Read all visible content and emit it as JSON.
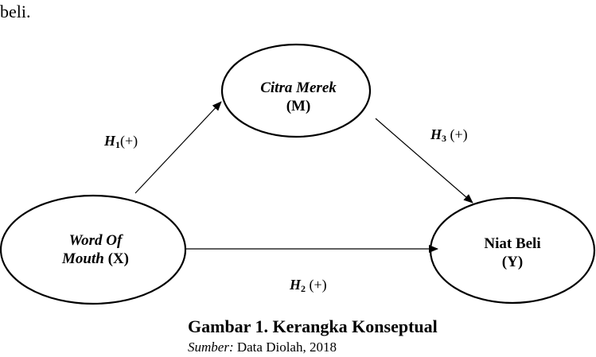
{
  "leading_text": "beli.",
  "nodes": {
    "mediator": {
      "line1": "Citra Merek",
      "line2": "(M)"
    },
    "independent": {
      "line1": "Word Of",
      "line2_italic": "Mouth",
      "line2_rest": " (X)"
    },
    "dependent": {
      "line1": "Niat Beli",
      "line2": "(Y)"
    }
  },
  "hypotheses": {
    "h1": {
      "symbol": "H",
      "sub": "1",
      "sign": "(+)"
    },
    "h2": {
      "symbol": "H",
      "sub": "2",
      "sign": " (+)"
    },
    "h3": {
      "symbol": "H",
      "sub": "3",
      "sign": " (+)"
    }
  },
  "caption": {
    "title": "Gambar 1. Kerangka Konseptual",
    "source_label": "Sumber:",
    "source_text": " Data Diolah, 2018"
  }
}
